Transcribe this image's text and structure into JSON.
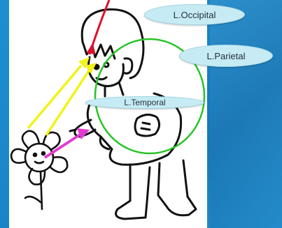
{
  "labels": {
    "occipital": "L.Occipital",
    "parietal": "L.Parietal",
    "temporal": "L.Temporal"
  },
  "colors": {
    "background": "#1a86c8",
    "red_arrow": "#e0102a",
    "yellow_arrows": "#f2f21a",
    "magenta_arrow": "#e23bd0",
    "green_circle": "#27c427",
    "pill_fill": "#c7ebf4"
  }
}
